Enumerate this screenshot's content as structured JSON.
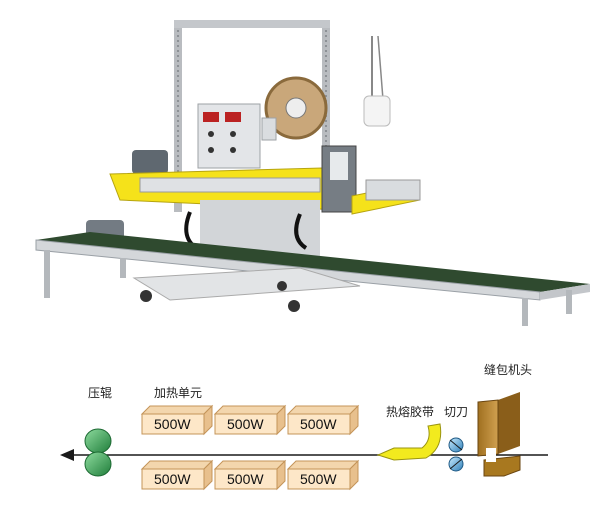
{
  "photo": {
    "subject": "automatic bag sewing machine with heat-seal tape unit and conveyor"
  },
  "schematic": {
    "labels": {
      "press_roller": "压辊",
      "heating_unit": "加热单元",
      "hot_melt_tape": "热熔胶带",
      "cutter": "切刀",
      "sewing_head": "缝包机头"
    },
    "heaters": {
      "top_row": [
        "500W",
        "500W",
        "500W"
      ],
      "bottom_row": [
        "500W",
        "500W",
        "500W"
      ]
    },
    "colors": {
      "roller": "#3aa35a",
      "heater_face": "#fde7c8",
      "heater_side": "#e8c08d",
      "tape": "#f2ea1e",
      "cutter": "#6ab8e6",
      "sewing_head": "#b8862e",
      "flow_line": "#1a1a1a"
    },
    "icons": {
      "flow_arrow": "arrow-left-icon"
    }
  }
}
